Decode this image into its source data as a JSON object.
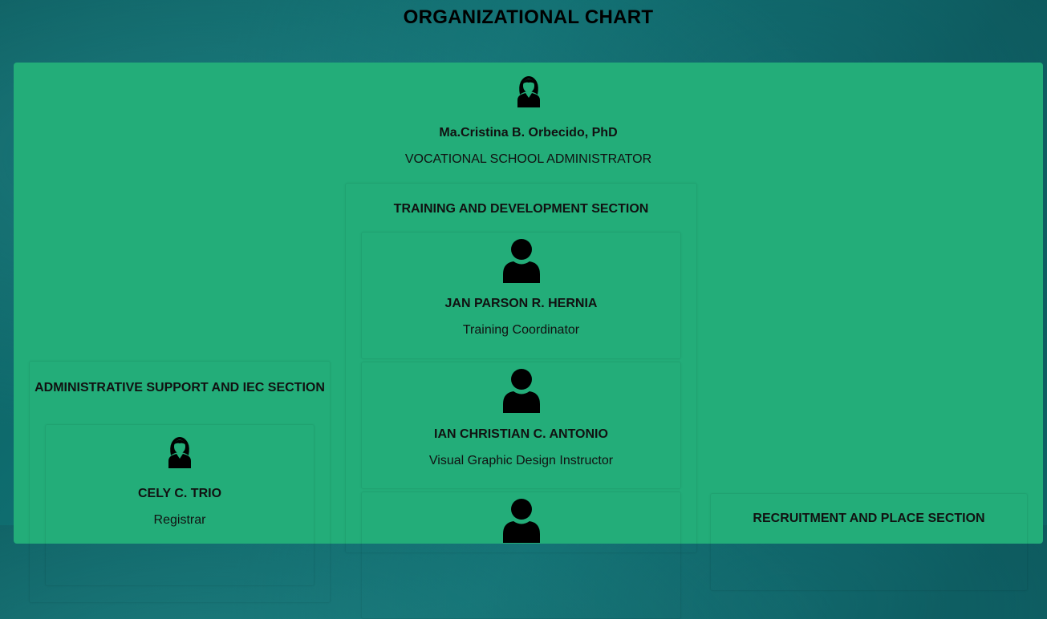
{
  "page": {
    "title": "ORGANIZATIONAL CHART"
  },
  "head": {
    "name": "Ma.Cristina B. Orbecido, PhD",
    "role": "VOCATIONAL SCHOOL ADMINISTRATOR",
    "icon": "female-user-icon"
  },
  "training": {
    "title": "TRAINING AND DEVELOPMENT SECTION",
    "members": [
      {
        "name": "JAN PARSON R. HERNIA",
        "role": "Training Coordinator",
        "icon": "male-user-icon"
      },
      {
        "name": "IAN CHRISTIAN C. ANTONIO",
        "role": "Visual Graphic Design Instructor",
        "icon": "male-user-icon"
      },
      {
        "icon": "male-user-icon"
      }
    ]
  },
  "admin": {
    "title": "ADMINISTRATIVE SUPPORT AND IEC SECTION",
    "members": [
      {
        "name": "CELY C. TRIO",
        "role": "Registrar",
        "icon": "female-user-icon"
      }
    ]
  },
  "recruitment": {
    "title": "RECRUITMENT AND PLACE SECTION"
  },
  "colors": {
    "panel": "#23ad79",
    "background": "#0b5a5e",
    "text": "#111111"
  }
}
